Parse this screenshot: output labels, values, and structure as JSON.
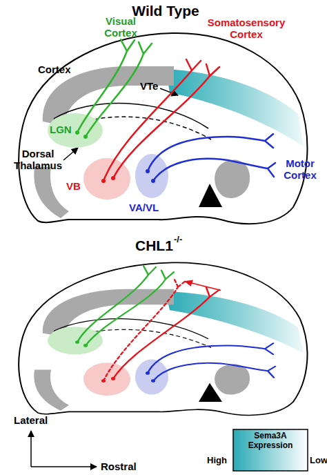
{
  "diagram": {
    "nodes": [
      {
        "text": [
          "LGN"
        ]
      },
      {
        "text": [
          "VB"
        ]
      },
      {
        "text": [
          "VA/VL"
        ]
      }
    ],
    "labels": [
      "Wild Type",
      "Visual Cortex",
      "Somatosensory Cortex",
      "Cortex",
      "VTe",
      "Dorsal Thalamus",
      "Motor Cortex",
      "CHL1",
      "-/-",
      "Lateral",
      "Rostral",
      "Sema3A Expression"
    ],
    "legend": [
      {
        "text": "High",
        "color": "#2aaab5"
      },
      {
        "text": "Low",
        "color": "#ffffff"
      }
    ]
  }
}
